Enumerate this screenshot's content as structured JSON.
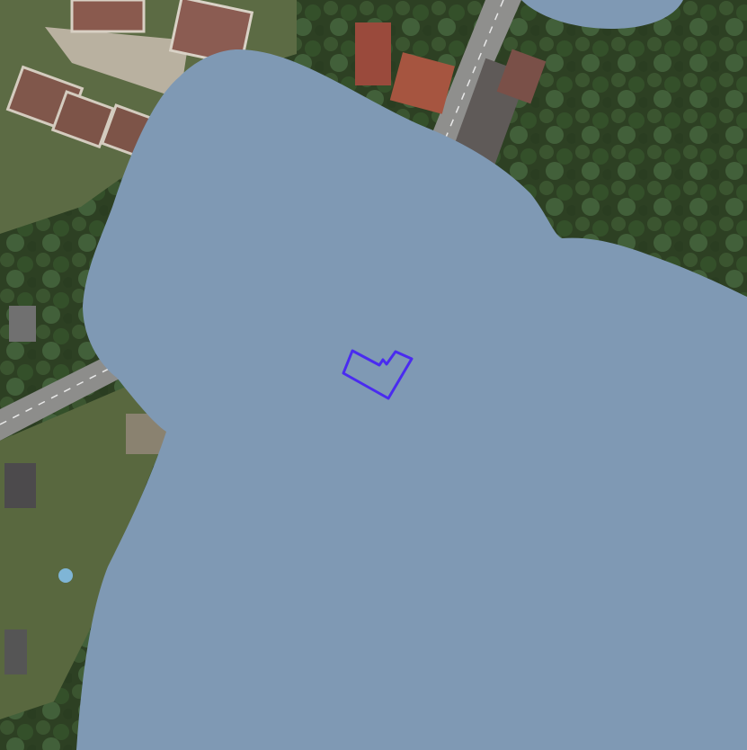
{
  "map": {
    "view": "satellite",
    "overlay_color": "#7f99b4",
    "outline_color": "#4a2bf0",
    "layers": [
      "aerial-imagery",
      "coverage-overlay",
      "parcel-outline"
    ]
  },
  "icons": {
    "parcel": "selected-parcel-outline"
  }
}
